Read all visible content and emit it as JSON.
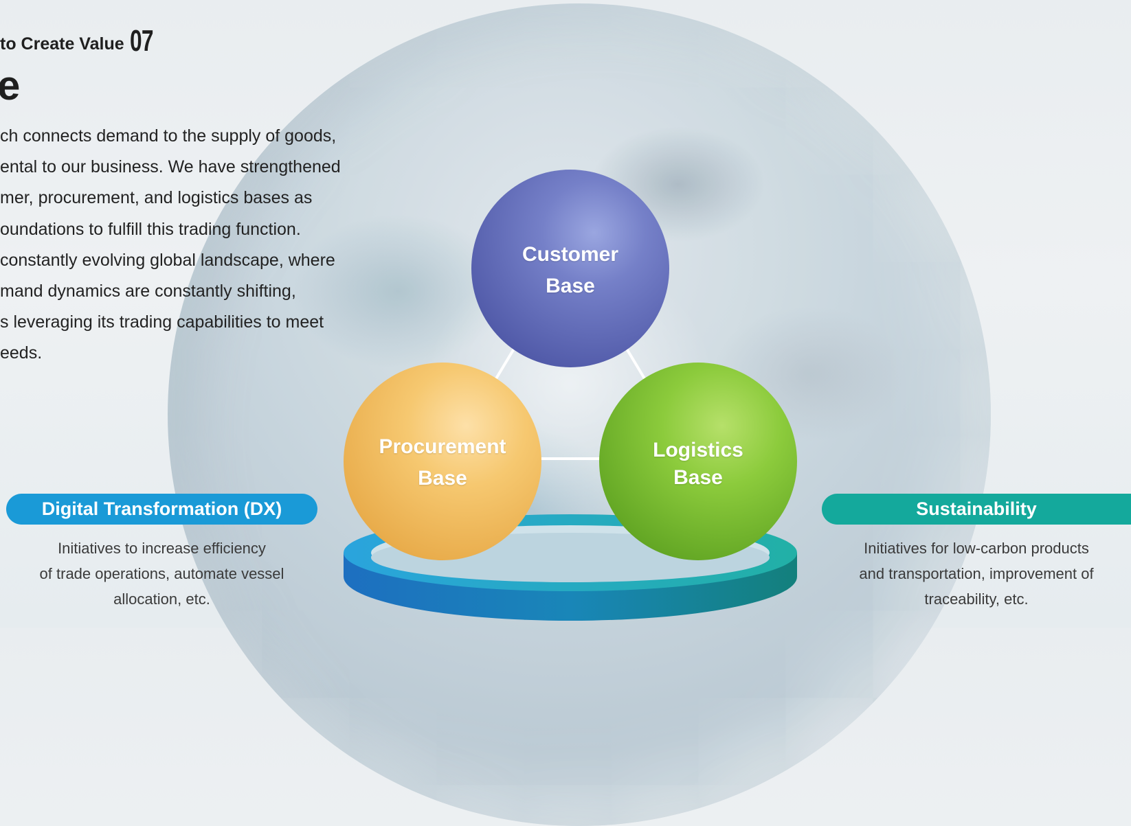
{
  "header": {
    "title_fragment": "to Create Value",
    "number": "07",
    "heading_fragment": "e"
  },
  "intro_lines": [
    "ch connects demand to the supply of goods,",
    "ental to our business. We have strengthened",
    "mer, procurement, and logistics bases as",
    "oundations to fulfill this trading function.",
    "constantly evolving global landscape, where",
    "mand dynamics are constantly shifting,",
    "s leveraging its trading capabilities to meet",
    "eeds."
  ],
  "bases": {
    "customer": {
      "line1": "Customer",
      "line2": "Base",
      "color": "#6e78c2"
    },
    "procurement": {
      "line1": "Procurement",
      "line2": "Base",
      "color": "#f5c36c"
    },
    "logistics": {
      "line1": "Logistics",
      "line2": "Base",
      "color": "#82c33a"
    }
  },
  "pillars": {
    "dx": {
      "label": "Digital Transformation (DX)",
      "color": "#1a9ad7",
      "desc": [
        "Initiatives to increase efficiency",
        "of trade operations, automate vessel",
        "allocation, etc."
      ]
    },
    "sustainability": {
      "label": "Sustainability",
      "color": "#14a99c",
      "desc": [
        "Initiatives for low-carbon products",
        "and transportation, improvement of",
        "traceability, etc."
      ]
    }
  }
}
